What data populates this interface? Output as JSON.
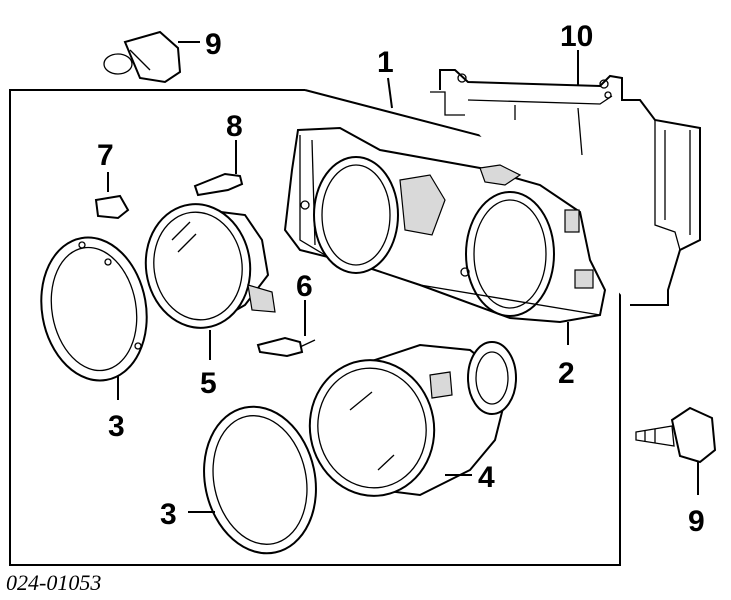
{
  "callouts": {
    "c1": "1",
    "c2": "2",
    "c3a": "3",
    "c3b": "3",
    "c4": "4",
    "c5": "5",
    "c6": "6",
    "c7": "7",
    "c8": "8",
    "c9a": "9",
    "c9b": "9",
    "c10": "10"
  },
  "part_number": "024-01053"
}
